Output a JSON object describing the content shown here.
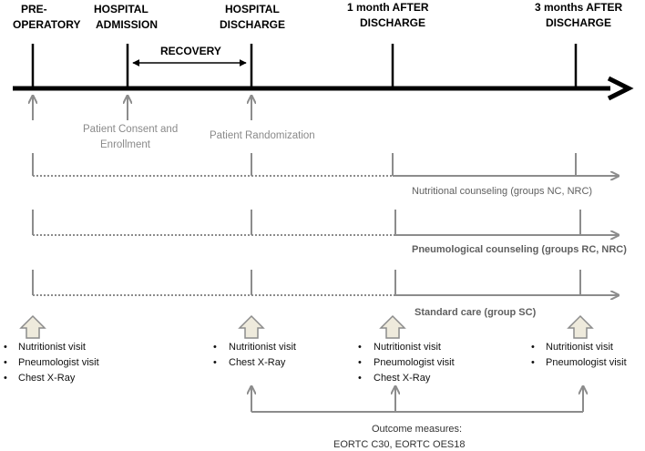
{
  "phases": [
    {
      "key": "preop",
      "lines": [
        "PRE-",
        "OPERATORY"
      ]
    },
    {
      "key": "admission",
      "lines": [
        "HOSPITAL",
        "ADMISSION"
      ]
    },
    {
      "key": "discharge",
      "lines": [
        "HOSPITAL",
        "DISCHARGE"
      ]
    },
    {
      "key": "month1",
      "lines": [
        "1 month AFTER",
        "DISCHARGE"
      ]
    },
    {
      "key": "month3",
      "lines": [
        "3 months AFTER",
        "DISCHARGE"
      ]
    }
  ],
  "recovery_label": "RECOVERY",
  "events": {
    "consent_lines": [
      "Patient Consent and",
      "Enrollment"
    ],
    "randomization": "Patient Randomization"
  },
  "tracks": [
    {
      "key": "nutritional",
      "label": "Nutritional counseling (groups NC, NRC)",
      "bold": false
    },
    {
      "key": "pneumological",
      "label": "Pneumological counseling (groups RC, NRC)",
      "bold": true
    },
    {
      "key": "standard",
      "label": "Standard care (group SC)",
      "bold": true
    }
  ],
  "visits": {
    "preop": [
      "Nutritionist visit",
      "Pneumologist visit",
      "Chest  X-Ray"
    ],
    "discharge": [
      "Nutritionist visit",
      "Chest  X-Ray"
    ],
    "month1": [
      "Nutritionist visit",
      "Pneumologist visit",
      "Chest  X-Ray"
    ],
    "month3": [
      "Nutritionist visit",
      "Pneumologist visit"
    ]
  },
  "bullet_char": "•",
  "outcome_lines": [
    "Outcome measures:",
    "EORTC C30, EORTC OES18"
  ],
  "colors": {
    "axis": "#000000",
    "line": "#8c8c8c",
    "arrow_fill": "#eeeadc",
    "arrow_stroke": "#8c8c8c"
  }
}
